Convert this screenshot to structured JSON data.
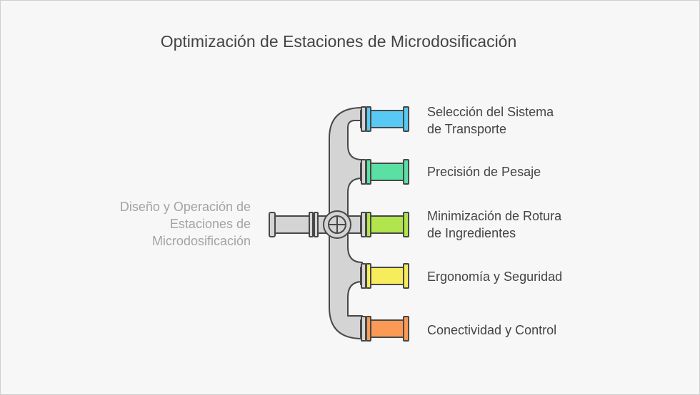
{
  "title": "Optimización de Estaciones de Microdosificación",
  "source": {
    "lines": [
      "Diseño y Operación de",
      "Estaciones de",
      "Microdosificación"
    ]
  },
  "branches": [
    {
      "lines": [
        "Selección del Sistema",
        "de Transporte"
      ],
      "color": "#58c8f4"
    },
    {
      "lines": [
        "Precisión de Pesaje"
      ],
      "color": "#5be0a4"
    },
    {
      "lines": [
        "Minimización de Rotura",
        "de Ingredientes"
      ],
      "color": "#b2e44e"
    },
    {
      "lines": [
        "Ergonomía y Seguridad"
      ],
      "color": "#f7ec5c"
    },
    {
      "lines": [
        "Conectividad y Control"
      ],
      "color": "#fb9a54"
    }
  ],
  "colors": {
    "pipe": "#d4d4d4",
    "pipe_stroke": "#484848",
    "title": "#444444",
    "source_text": "#a3a3a3",
    "branch_text": "#444444"
  }
}
